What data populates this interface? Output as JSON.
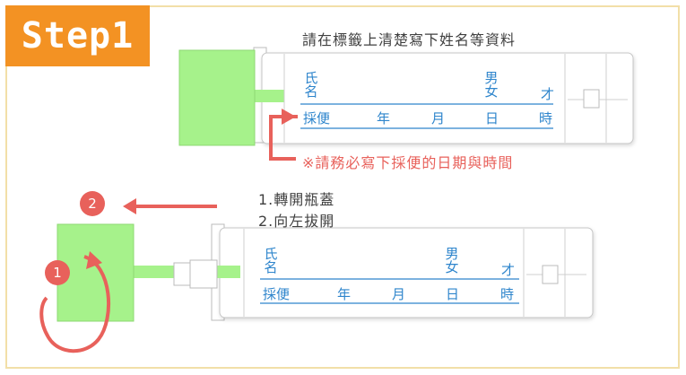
{
  "step_label": "Step1",
  "instruction": "請在標籤上清楚寫下姓名等資料",
  "warning": "※請務必寫下採便的日期與時間",
  "operations": [
    "1.轉開瓶蓋",
    "2.向左拔開"
  ],
  "markers": [
    "1",
    "2"
  ],
  "label_fields": {
    "name": "氏名",
    "gender": "男女",
    "age_unit": "才",
    "collect": "採便",
    "year": "年",
    "month": "月",
    "day": "日",
    "time": "時"
  },
  "colors": {
    "badge": "#f39223",
    "frame": "#f2dfa8",
    "cap": "#a6f28b",
    "label_text": "#2e85cc",
    "accent": "#e8615b"
  }
}
